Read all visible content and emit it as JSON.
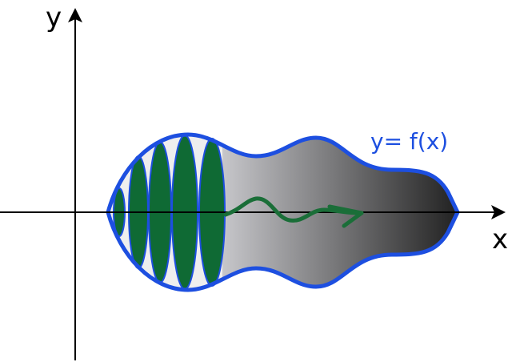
{
  "axes": {
    "x_label": "x",
    "y_label": "y"
  },
  "curve": {
    "label": "y= f(x)"
  },
  "colors": {
    "curve": "#1d4fe0",
    "disk_fill": "#0f6a34",
    "arrow": "#1a6e38",
    "solid_light": "#e6e6e8",
    "solid_dark": "#222222",
    "axis": "#000000"
  },
  "icons": {
    "rotation_arrow": "wavy-arrow-icon"
  }
}
